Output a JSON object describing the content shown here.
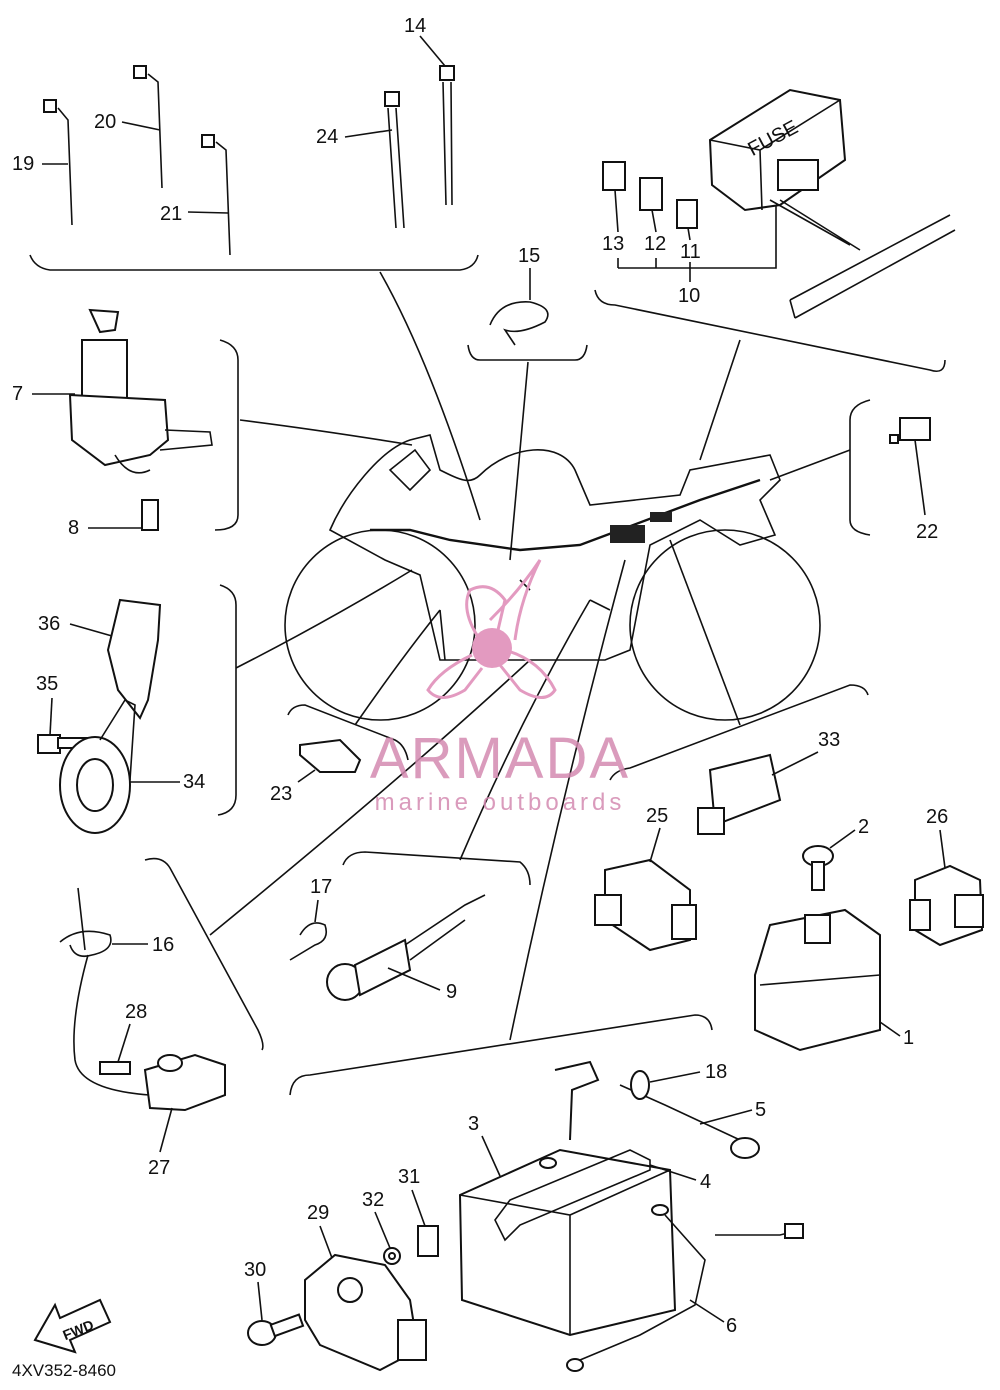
{
  "diagram": {
    "code": "4XV352-8460",
    "fwd_label": "FWD",
    "fuse_label": "FUSE",
    "part_numbers": [
      "1",
      "2",
      "3",
      "4",
      "5",
      "6",
      "7",
      "8",
      "9",
      "10",
      "11",
      "12",
      "13",
      "14",
      "15",
      "16",
      "17",
      "18",
      "19",
      "20",
      "21",
      "22",
      "23",
      "24",
      "25",
      "26",
      "27",
      "28",
      "29",
      "30",
      "31",
      "32",
      "33",
      "34",
      "35",
      "36"
    ]
  },
  "watermark": {
    "brand": "ARMADA",
    "tagline": "marine outboards",
    "color": "#e39ac0"
  }
}
